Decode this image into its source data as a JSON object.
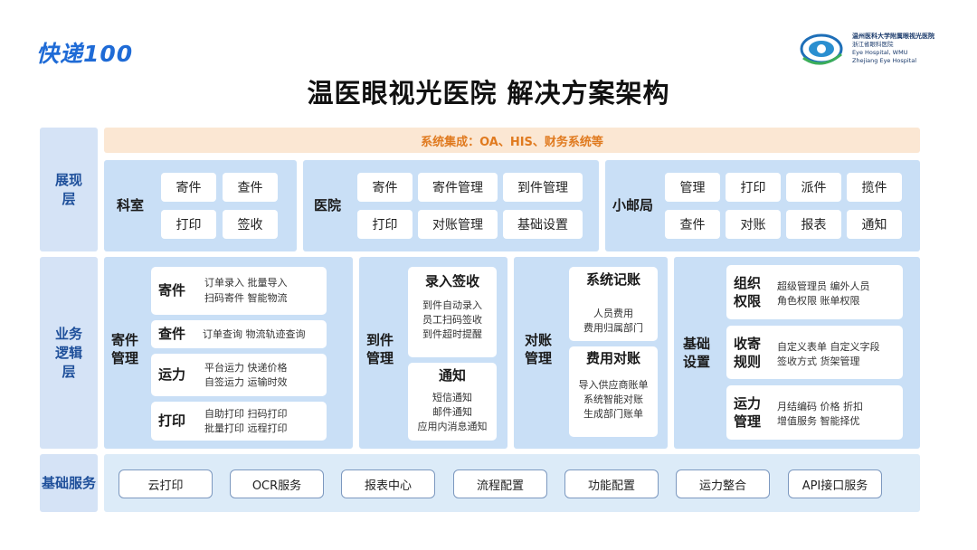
{
  "logo_left": "快递100",
  "hospital": {
    "line1": "温州医科大学附属眼视光医院",
    "line2": "浙江省眼科医院",
    "line3": "Eye Hospital, WMU",
    "line4": "Zhejiang Eye Hospital"
  },
  "title": "温医眼视光医院  解决方案架构",
  "layers": {
    "display": "展现层",
    "logic": "业务逻辑层",
    "base": "基础服务"
  },
  "system_integration": "系统集成：OA、HIS、财务系统等",
  "display_panels": {
    "keshi": {
      "label": "科室",
      "buttons": [
        "寄件",
        "查件",
        "打印",
        "签收"
      ]
    },
    "yiyuan": {
      "label": "医院",
      "buttons": [
        "寄件",
        "寄件管理",
        "到件管理",
        "打印",
        "对账管理",
        "基础设置"
      ]
    },
    "youju": {
      "label": "小邮局",
      "buttons": [
        "管理",
        "打印",
        "派件",
        "揽件",
        "查件",
        "对账",
        "报表",
        "通知"
      ]
    }
  },
  "logic": {
    "jijian": {
      "label": "寄件管理",
      "cards": [
        {
          "title": "寄件",
          "desc1": "订单录入  批量导入",
          "desc2": "扫码寄件  智能物流"
        },
        {
          "title": "查件",
          "desc1": "订单查询  物流轨迹查询"
        },
        {
          "title": "运力",
          "desc1": "平台运力  快递价格",
          "desc2": "自签运力  运输时效"
        },
        {
          "title": "打印",
          "desc1": "自助打印  扫码打印",
          "desc2": "批量打印  远程打印"
        }
      ]
    },
    "daojian": {
      "label": "到件管理",
      "cards": [
        {
          "title": "录入签收",
          "lines": [
            "到件自动录入",
            "员工扫码签收",
            "到件超时提醒"
          ]
        },
        {
          "title": "通知",
          "lines": [
            "短信通知",
            "邮件通知",
            "应用内消息通知"
          ]
        }
      ]
    },
    "duizhang": {
      "label": "对账管理",
      "cards": [
        {
          "title": "系统记账",
          "lines": [
            "人员费用",
            "费用归属部门"
          ]
        },
        {
          "title": "费用对账",
          "lines": [
            "导入供应商账单",
            "系统智能对账",
            "生成部门账单"
          ]
        }
      ]
    },
    "jichu": {
      "label": "基础设置",
      "cards": [
        {
          "title": "组织权限",
          "desc1": "超级管理员  编外人员",
          "desc2": "角色权限  账单权限"
        },
        {
          "title": "收寄规则",
          "desc1": "自定义表单  自定义字段",
          "desc2": "签收方式  货架管理"
        },
        {
          "title": "运力管理",
          "desc1": "月结编码  价格  折扣",
          "desc2": "增值服务  智能择优"
        }
      ]
    }
  },
  "base_services": [
    "云打印",
    "OCR服务",
    "报表中心",
    "流程配置",
    "功能配置",
    "运力整合",
    "API接口服务"
  ],
  "colors": {
    "label_bg": "#d5e3f6",
    "panel_bg": "#c9dff6",
    "integration_bg": "#fbe7d3",
    "integration_text": "#e07a1f",
    "base_bg": "#dcebf8",
    "brand_blue": "#1f6bd6"
  }
}
